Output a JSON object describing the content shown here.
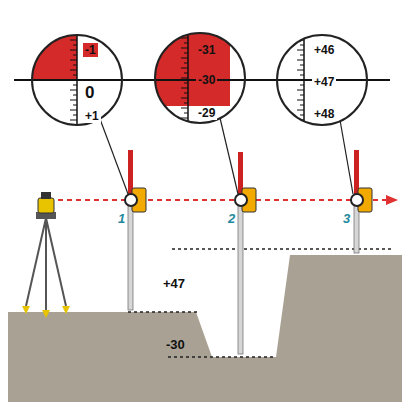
{
  "diagram": {
    "nodes": [
      {
        "text": [
          "-1",
          "0",
          "+1"
        ]
      },
      {
        "text": [
          "-31",
          "-30",
          "-29"
        ]
      },
      {
        "text": [
          "+46",
          "+47",
          "+48"
        ]
      }
    ],
    "labels": [
      "1",
      "2",
      "3",
      "+47",
      "-30"
    ]
  }
}
